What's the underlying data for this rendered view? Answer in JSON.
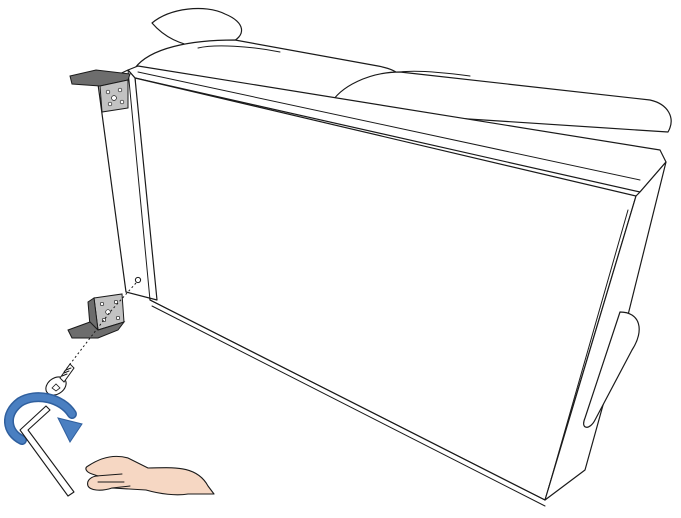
{
  "colors": {
    "line": "#1a1a1a",
    "bracket_dark": "#6d6d6d",
    "bracket_mid": "#9a9a9a",
    "bracket_light": "#c2c2c2",
    "rotation_arrow": "#4a7fc1",
    "rotation_arrow_edge": "#2f5f9e",
    "hand_skin": "#f6d7c3"
  },
  "icons": {
    "rotation": "clockwise-rotation-arrow",
    "tool": "hex-key",
    "hand": "hand"
  }
}
